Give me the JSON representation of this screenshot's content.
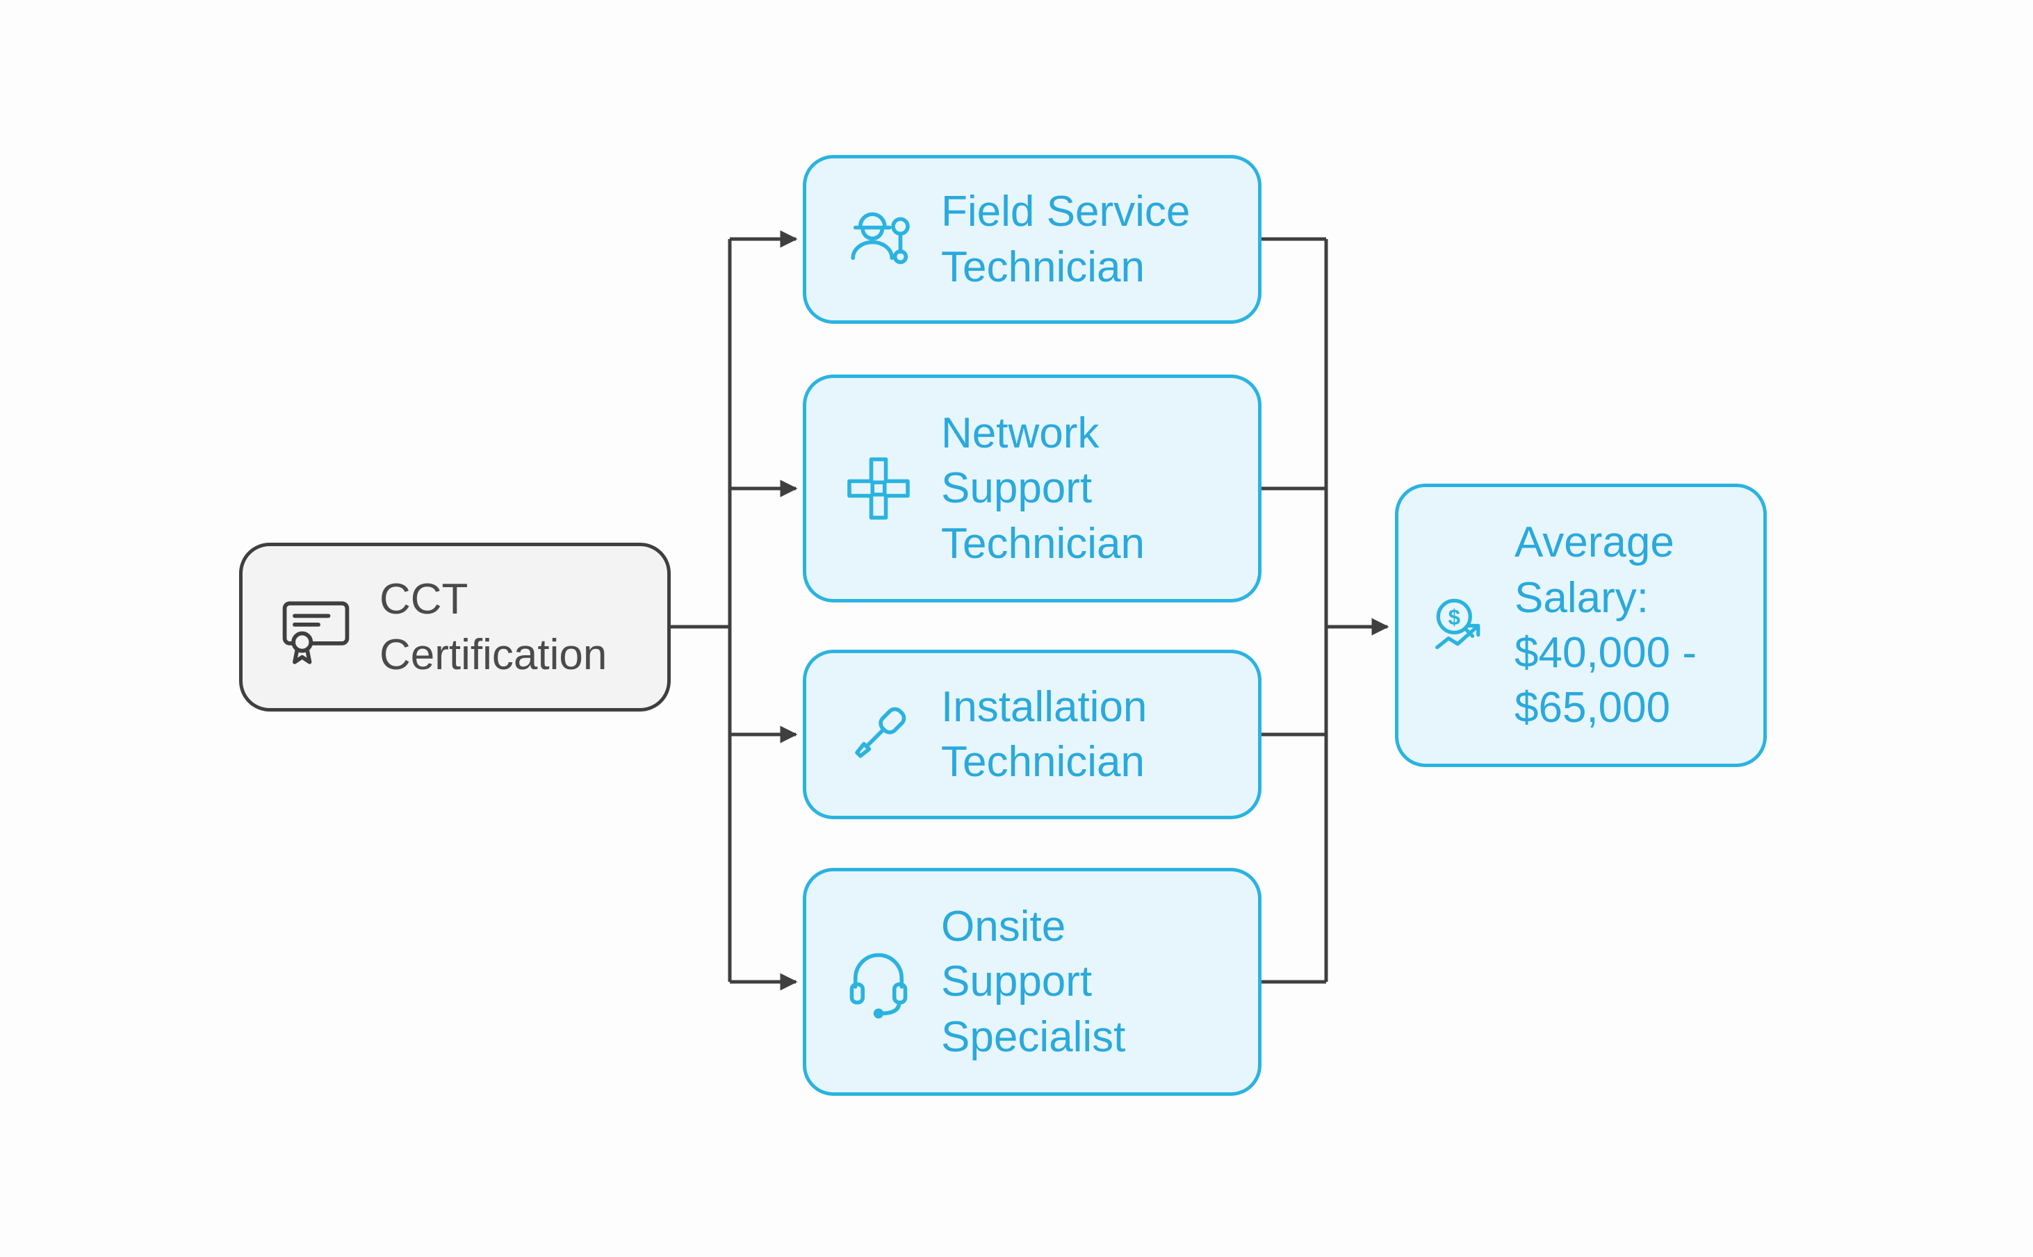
{
  "title": "CCT Certification career paths diagram",
  "colors": {
    "background": "#fdfdfd",
    "accent_border": "#2bb3e0",
    "accent_fill": "#e7f6fd",
    "accent_text": "#2aa9dc",
    "neutral_border": "#3f3f3f",
    "neutral_fill": "#f3f3f3",
    "neutral_text": "#4a4a4a",
    "connector": "#3f3f3f"
  },
  "source": {
    "label": "CCT\nCertification",
    "icon": "certificate-icon"
  },
  "roles": [
    {
      "label": "Field Service\nTechnician",
      "icon": "field-service-worker-icon"
    },
    {
      "label": "Network\nSupport\nTechnician",
      "icon": "network-node-icon"
    },
    {
      "label": "Installation\nTechnician",
      "icon": "screwdriver-icon"
    },
    {
      "label": "Onsite\nSupport\nSpecialist",
      "icon": "headset-icon"
    }
  ],
  "outcome": {
    "label": "Average\nSalary:\n$40,000 -\n$65,000",
    "icon": "salary-growth-icon"
  }
}
